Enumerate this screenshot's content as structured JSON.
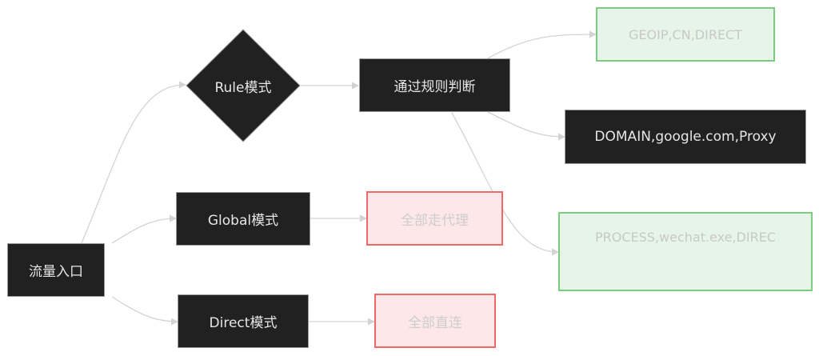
{
  "diagram": {
    "nodes": {
      "entry": {
        "label": "流量入口",
        "shape": "rect",
        "style": "dark"
      },
      "rule_mode": {
        "label": "Rule模式",
        "shape": "diamond",
        "style": "dark"
      },
      "global_mode": {
        "label": "Global模式",
        "shape": "rect",
        "style": "dark"
      },
      "direct_mode": {
        "label": "Direct模式",
        "shape": "rect",
        "style": "dark"
      },
      "rule_match": {
        "label": "通过规则判断",
        "shape": "rect",
        "style": "dark"
      },
      "geoip": {
        "label": "GEOIP,CN,DIRECT",
        "shape": "rect",
        "style": "green"
      },
      "domain": {
        "label": "DOMAIN,google.com,Proxy",
        "shape": "rect",
        "style": "dark"
      },
      "process": {
        "label": "PROCESS,wechat.exe,DIREC",
        "shape": "rect",
        "style": "green"
      },
      "all_proxy": {
        "label": "全部走代理",
        "shape": "rect",
        "style": "red"
      },
      "all_direct": {
        "label": "全部直连",
        "shape": "rect",
        "style": "red"
      }
    },
    "edges": [
      {
        "from": "entry",
        "to": "rule_mode"
      },
      {
        "from": "entry",
        "to": "global_mode"
      },
      {
        "from": "entry",
        "to": "direct_mode"
      },
      {
        "from": "rule_mode",
        "to": "rule_match"
      },
      {
        "from": "rule_match",
        "to": "geoip"
      },
      {
        "from": "rule_match",
        "to": "domain"
      },
      {
        "from": "rule_match",
        "to": "process"
      },
      {
        "from": "global_mode",
        "to": "all_proxy"
      },
      {
        "from": "direct_mode",
        "to": "all_direct"
      }
    ],
    "colors": {
      "dark_fill": "#212121",
      "edge": "#d3d3d3",
      "green_fill": "#e7f5e8",
      "green_border": "#7ccc80",
      "red_fill": "#fde7e9",
      "red_border": "#ee6a6a"
    }
  }
}
